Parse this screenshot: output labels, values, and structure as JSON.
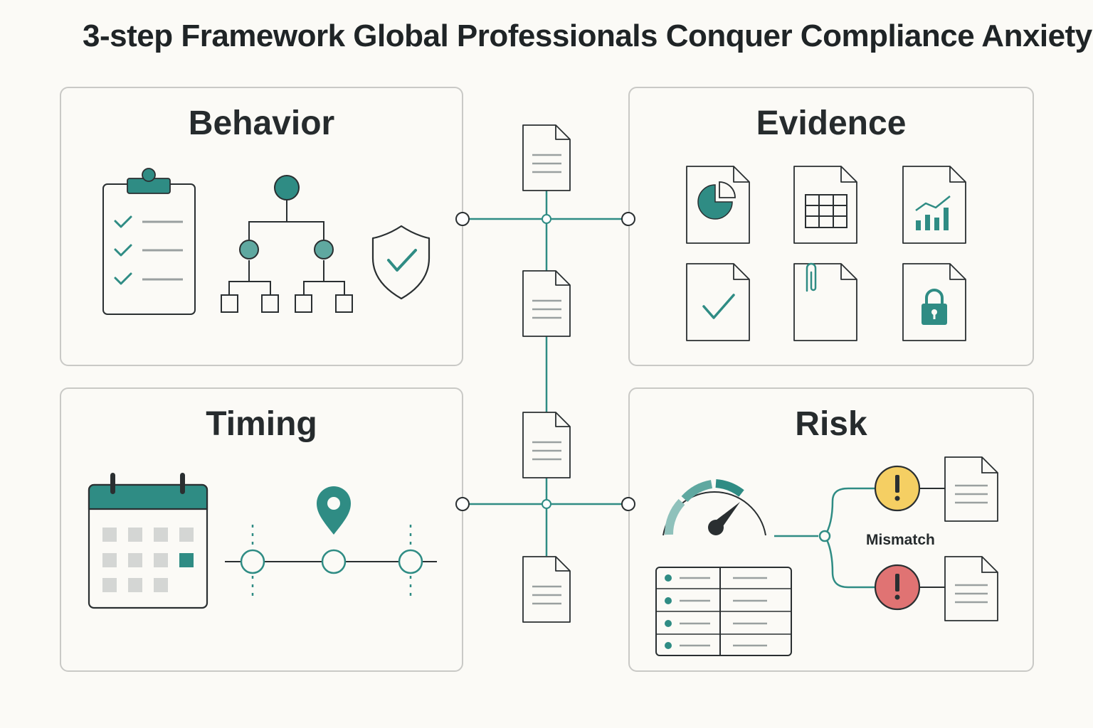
{
  "title": "3-step Framework Global Professionals Conquer Compliance Anxiety",
  "panels": {
    "behavior": {
      "title": "Behavior"
    },
    "evidence": {
      "title": "Evidence"
    },
    "timing": {
      "title": "Timing"
    },
    "risk": {
      "title": "Risk",
      "mismatch_label": "Mismatch"
    }
  },
  "colors": {
    "teal": "#2f8c84",
    "teal_light": "#5fa8a0",
    "stroke": "#2a2f31",
    "warning_yellow": "#f5cf63",
    "alert_red": "#e07373"
  },
  "icons": {
    "behavior": [
      "clipboard-checklist-icon",
      "org-chart-icon",
      "shield-check-icon"
    ],
    "evidence": [
      "pie-chart-document-icon",
      "table-document-icon",
      "bar-chart-document-icon",
      "checkmark-document-icon",
      "paperclip-document-icon",
      "lock-document-icon"
    ],
    "timing": [
      "calendar-icon",
      "location-pin-icon",
      "timeline-icon"
    ],
    "risk": [
      "gauge-icon",
      "data-table-icon",
      "warning-icon",
      "alert-icon"
    ]
  }
}
